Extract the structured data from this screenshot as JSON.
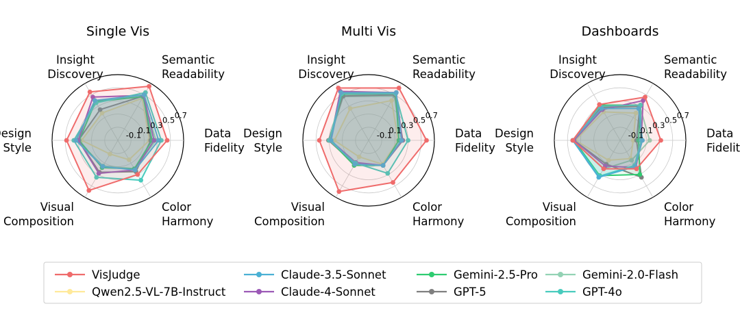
{
  "chart_data": {
    "type": "radar",
    "axes": [
      "Data Fidelity",
      "Semantic Readability",
      "Insight Discovery",
      "Design Style",
      "Visual Composition",
      "Color Harmony"
    ],
    "axis_label_lines": [
      [
        "Data",
        "Fidelity"
      ],
      [
        "Semantic",
        "Readability"
      ],
      [
        "Insight",
        "Discovery"
      ],
      [
        "Design",
        "Style"
      ],
      [
        "Visual",
        "Composition"
      ],
      [
        "Color",
        "Harmony"
      ]
    ],
    "rlim": [
      -0.3,
      0.7
    ],
    "rticks": [
      "-0.1",
      "0.1",
      "0.3",
      "0.5",
      "0.7"
    ],
    "grid": true,
    "legend_position": "bottom",
    "series_colors": {
      "VisJudge": "#ef6b6b",
      "Qwen2.5-VL-7B-Instruct": "#ffe99a",
      "Claude-3.5-Sonnet": "#4ab0d4",
      "Claude-4-Sonnet": "#9b59b6",
      "Gemini-2.5-Pro": "#2ecc71",
      "GPT-5": "#7f7f7f",
      "Gemini-2.0-Flash": "#93d2b4",
      "GPT-4o": "#48cbbd"
    },
    "legend_order": [
      "VisJudge",
      "Qwen2.5-VL-7B-Instruct",
      "Claude-3.5-Sonnet",
      "Claude-4-Sonnet",
      "Gemini-2.5-Pro",
      "GPT-5",
      "Gemini-2.0-Flash",
      "GPT-4o"
    ],
    "charts": [
      {
        "title": "Single Vis",
        "series": [
          {
            "name": "Qwen2.5-VL-7B-Instruct",
            "values": [
              0.18,
              0.44,
              0.18,
              0.25,
              -0.06,
              0.04
            ]
          },
          {
            "name": "Gemini-2.0-Flash",
            "values": [
              0.28,
              0.46,
              0.4,
              0.32,
              0.15,
              0.2
            ]
          },
          {
            "name": "GPT-5",
            "values": [
              0.2,
              0.48,
              0.24,
              0.3,
              0.26,
              0.25
            ]
          },
          {
            "name": "Gemini-2.5-Pro",
            "values": [
              0.22,
              0.47,
              0.38,
              0.29,
              0.18,
              0.2
            ]
          },
          {
            "name": "Claude-4-Sonnet",
            "values": [
              0.25,
              0.49,
              0.46,
              0.3,
              0.28,
              0.22
            ]
          },
          {
            "name": "GPT-4o",
            "values": [
              0.36,
              0.54,
              0.36,
              0.37,
              0.35,
              0.4
            ]
          },
          {
            "name": "Claude-3.5-Sonnet",
            "values": [
              0.32,
              0.5,
              0.4,
              0.34,
              0.16,
              0.22
            ]
          },
          {
            "name": "VisJudge",
            "values": [
              0.45,
              0.65,
              0.55,
              0.48,
              0.58,
              0.3
            ]
          }
        ]
      },
      {
        "title": "Multi Vis",
        "series": [
          {
            "name": "Qwen2.5-VL-7B-Instruct",
            "values": [
              0.15,
              0.4,
              0.26,
              0.22,
              -0.01,
              0.12
            ]
          },
          {
            "name": "Gemini-2.0-Flash",
            "values": [
              0.2,
              0.48,
              0.47,
              0.3,
              0.12,
              0.14
            ]
          },
          {
            "name": "GPT-5",
            "values": [
              0.22,
              0.5,
              0.48,
              0.31,
              0.12,
              0.14
            ]
          },
          {
            "name": "Gemini-2.5-Pro",
            "values": [
              0.16,
              0.52,
              0.51,
              0.29,
              0.14,
              0.14
            ]
          },
          {
            "name": "Claude-4-Sonnet",
            "values": [
              0.21,
              0.54,
              0.56,
              0.28,
              0.09,
              0.14
            ]
          },
          {
            "name": "GPT-4o",
            "values": [
              0.3,
              0.52,
              0.52,
              0.3,
              0.1,
              0.28
            ]
          },
          {
            "name": "Claude-3.5-Sonnet",
            "values": [
              0.2,
              0.54,
              0.54,
              0.27,
              0.12,
              0.14
            ]
          },
          {
            "name": "VisJudge",
            "values": [
              0.58,
              0.62,
              0.62,
              0.45,
              0.6,
              0.44
            ]
          }
        ]
      },
      {
        "title": "Dashboards",
        "series": [
          {
            "name": "Qwen2.5-VL-7B-Instruct",
            "values": [
              -0.1,
              0.18,
              0.2,
              0.38,
              0.05,
              0.02
            ]
          },
          {
            "name": "Gemini-2.0-Flash",
            "values": [
              0.15,
              0.3,
              0.3,
              0.42,
              0.2,
              0.05
            ]
          },
          {
            "name": "GPT-5",
            "values": [
              -0.05,
              0.3,
              0.28,
              0.4,
              0.12,
              0.35
            ]
          },
          {
            "name": "Gemini-2.5-Pro",
            "values": [
              -0.02,
              0.32,
              0.32,
              0.4,
              0.32,
              0.3
            ]
          },
          {
            "name": "Claude-4-Sonnet",
            "values": [
              0.02,
              0.4,
              0.24,
              0.4,
              0.15,
              0.18
            ]
          },
          {
            "name": "GPT-4o",
            "values": [
              0.02,
              0.32,
              0.3,
              0.42,
              0.33,
              0.14
            ]
          },
          {
            "name": "Claude-3.5-Sonnet",
            "values": [
              0.04,
              0.26,
              0.26,
              0.42,
              0.35,
              0.16
            ]
          },
          {
            "name": "VisJudge",
            "values": [
              0.32,
              0.46,
              0.33,
              0.42,
              0.2,
              0.2
            ]
          }
        ]
      }
    ]
  }
}
